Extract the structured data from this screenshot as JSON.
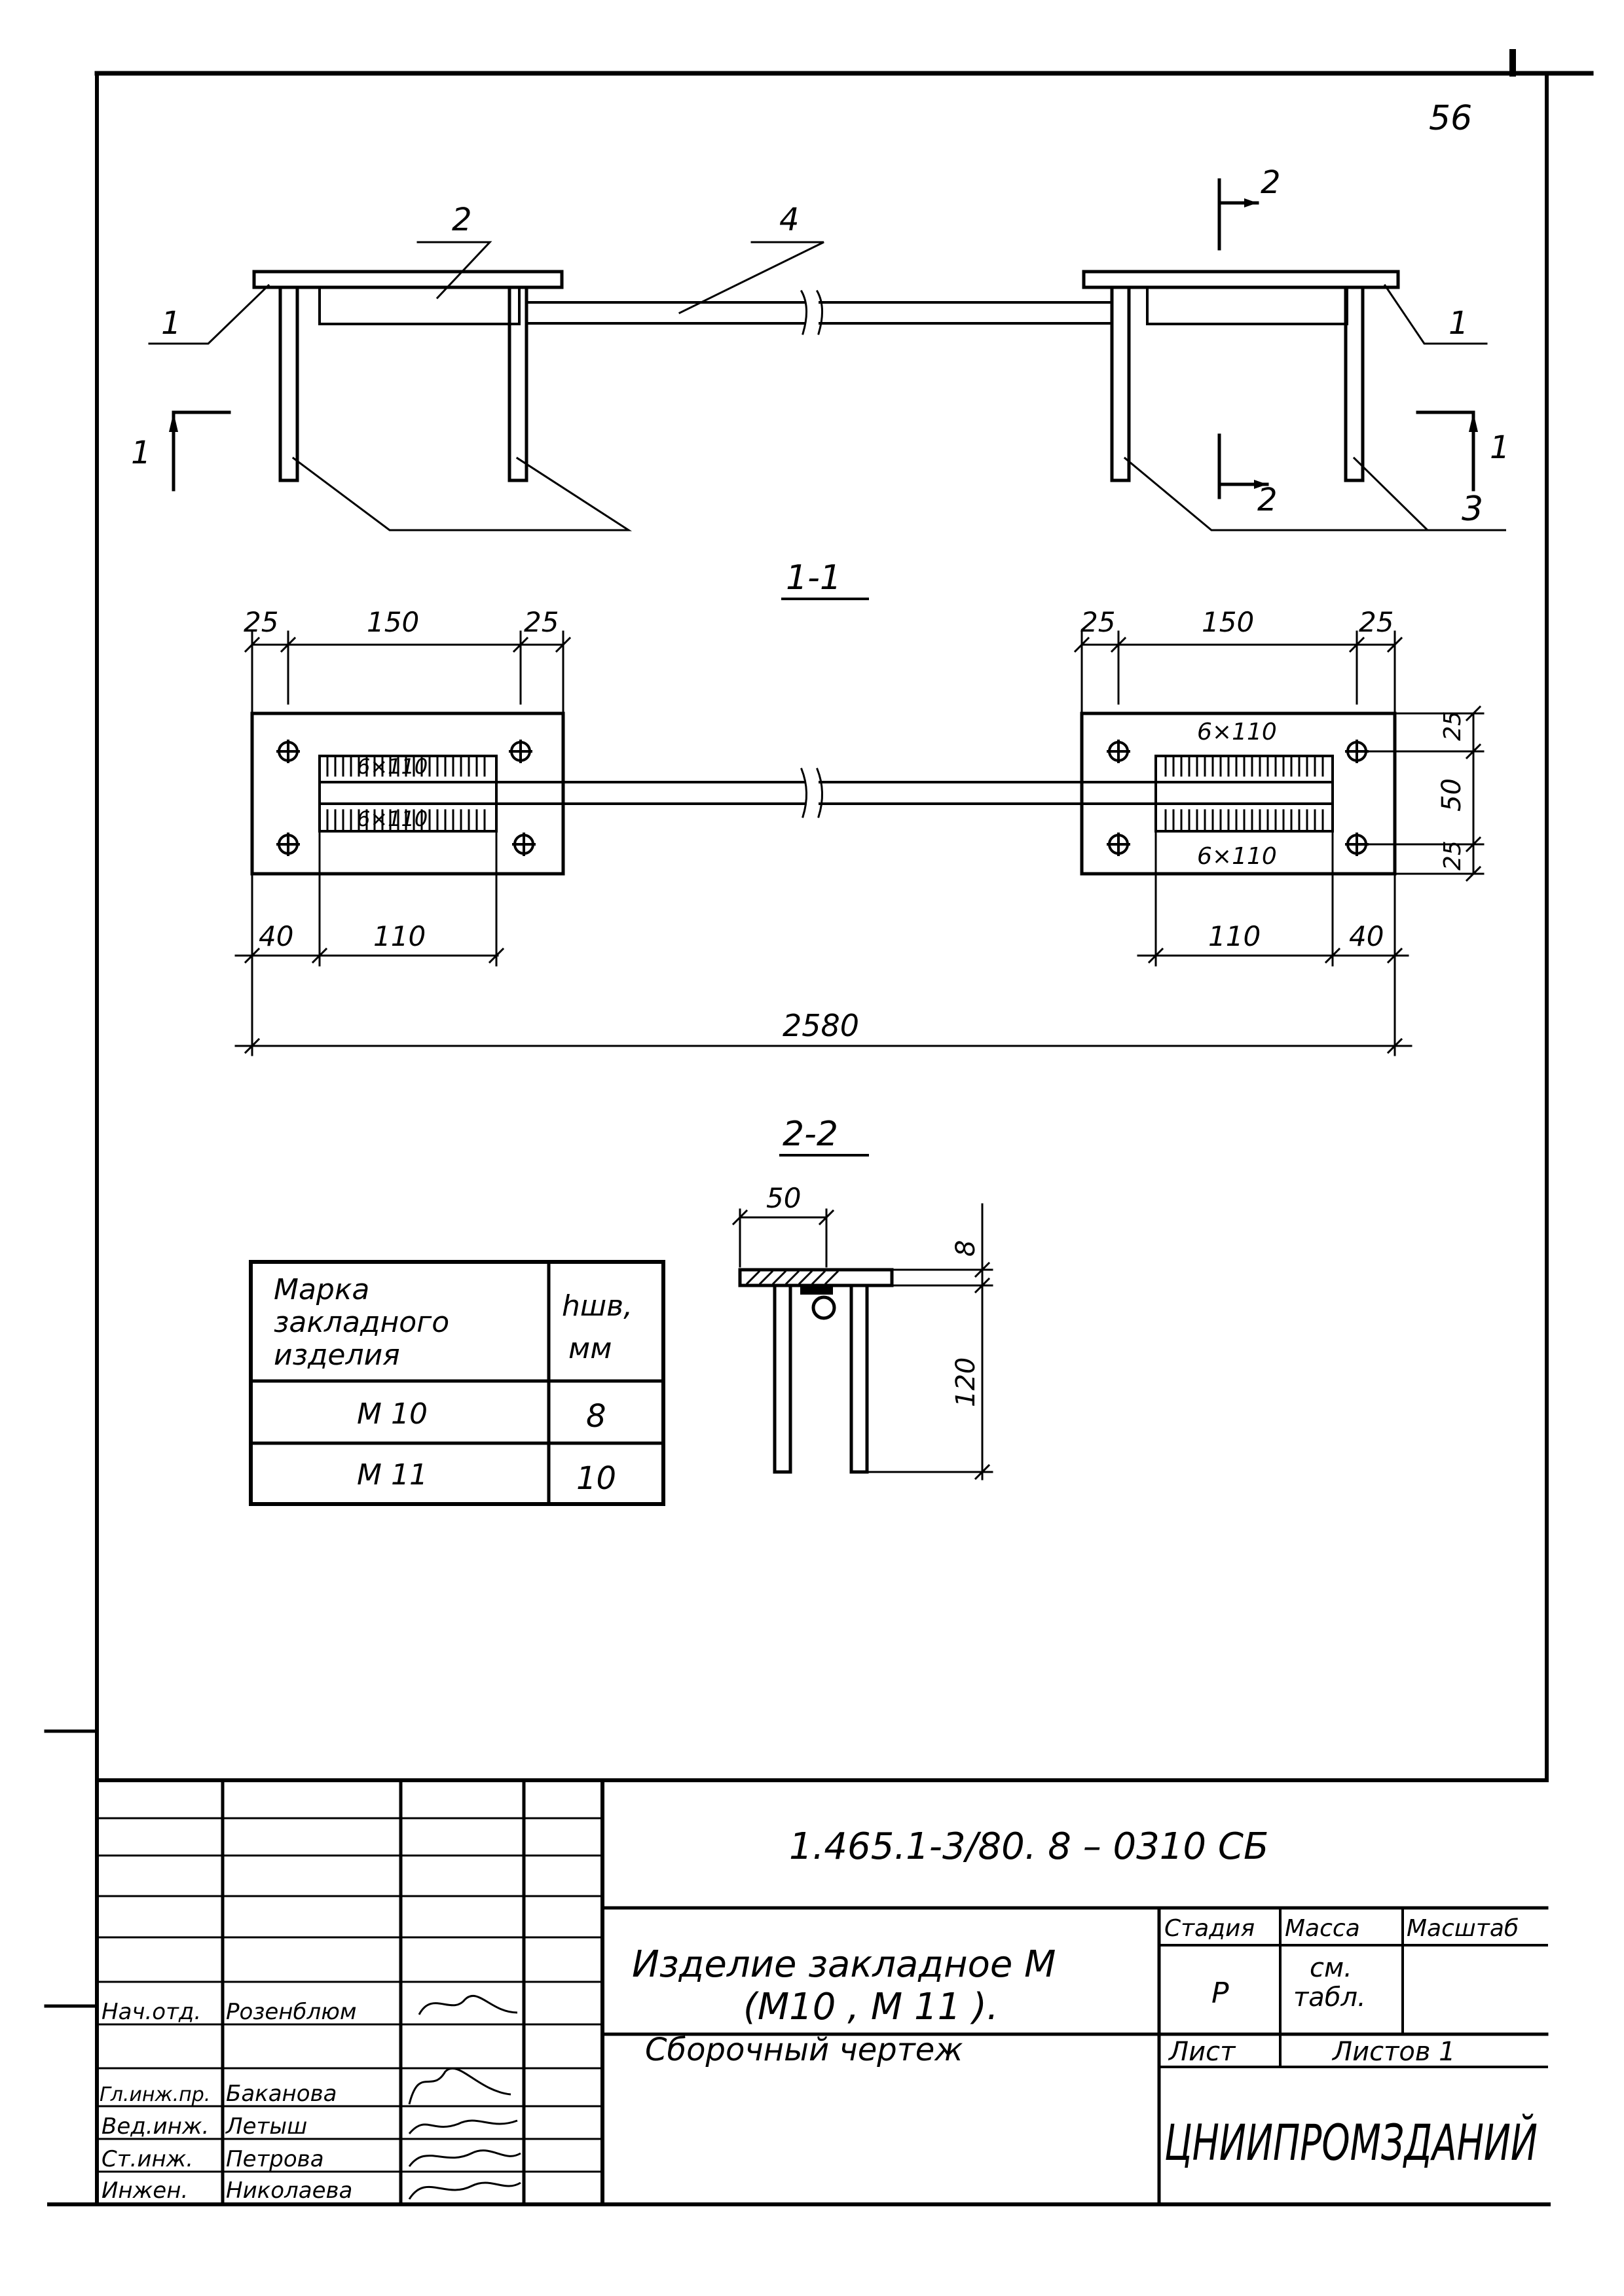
{
  "sheet_number": "56",
  "callouts": {
    "c1": "1",
    "c2": "2",
    "c3": "3",
    "c4": "4"
  },
  "section_marks": {
    "s1": "1",
    "s2": "2"
  },
  "section_titles": {
    "plan": "1-1",
    "section": "2-2"
  },
  "dims": {
    "d25": "25",
    "d150": "150",
    "d40": "40",
    "d110": "110",
    "d2580": "2580",
    "d50": "50",
    "d8": "8",
    "d120": "120",
    "weld_left_top": "6×110",
    "weld_left_bottom": "6×110",
    "weld_right_top": "6×110",
    "weld_right_bottom": "6×110"
  },
  "table": {
    "header_mark": [
      "Марка",
      "закладного",
      "изделия"
    ],
    "header_hw": "hшв,",
    "header_unit": "мм",
    "rows": [
      {
        "mark": "М 10",
        "hw": "8"
      },
      {
        "mark": "М 11",
        "hw": "10"
      }
    ]
  },
  "title_block": {
    "doc_code": "1.465.1-3/80.  8 – 0310 СБ",
    "name_line1": "Изделие закладное М",
    "name_line2": "(М10 , М 11 ).",
    "name_line3": "Сборочный чертеж",
    "stage_label": "Стадия",
    "mass_label": "Масса",
    "scale_label": "Масштаб",
    "stage_value": "Р",
    "mass_value_1": "см.",
    "mass_value_2": "табл.",
    "sheet_label": "Лист",
    "sheets_label": "Листов  1",
    "org": "ЦНИИПРОМЗДАНИЙ",
    "people": [
      {
        "role": "Нач.отд.",
        "name": "Розенблюм"
      },
      {
        "role": "Гл.инж.пр.",
        "name": "Баканова"
      },
      {
        "role": "Вед.инж.",
        "name": "Летыш"
      },
      {
        "role": "Ст.инж.",
        "name": "Петрова"
      },
      {
        "role": "Инжен.",
        "name": "Николаева"
      }
    ]
  }
}
